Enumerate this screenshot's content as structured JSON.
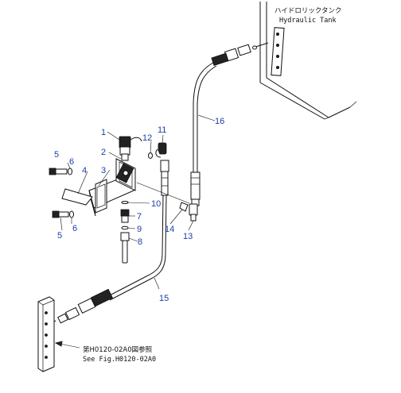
{
  "tank_label": {
    "jp": "ハイドロリックタンク",
    "en": "Hydraulic Tank"
  },
  "reference_label": {
    "jp": "第H0120-02A0図参照",
    "en": "See Fig.H0120-02A0"
  },
  "callouts": [
    {
      "id": "c1",
      "text": "1"
    },
    {
      "id": "c2",
      "text": "2"
    },
    {
      "id": "c3",
      "text": "3"
    },
    {
      "id": "c4",
      "text": "4"
    },
    {
      "id": "c5a",
      "text": "5"
    },
    {
      "id": "c5b",
      "text": "5"
    },
    {
      "id": "c6a",
      "text": "6"
    },
    {
      "id": "c6b",
      "text": "6"
    },
    {
      "id": "c7",
      "text": "7"
    },
    {
      "id": "c8",
      "text": "8"
    },
    {
      "id": "c9",
      "text": "9"
    },
    {
      "id": "c10",
      "text": "10"
    },
    {
      "id": "c11",
      "text": "11"
    },
    {
      "id": "c12",
      "text": "12"
    },
    {
      "id": "c13",
      "text": "13"
    },
    {
      "id": "c14",
      "text": "14"
    },
    {
      "id": "c15",
      "text": "15"
    },
    {
      "id": "c16",
      "text": "16"
    }
  ]
}
